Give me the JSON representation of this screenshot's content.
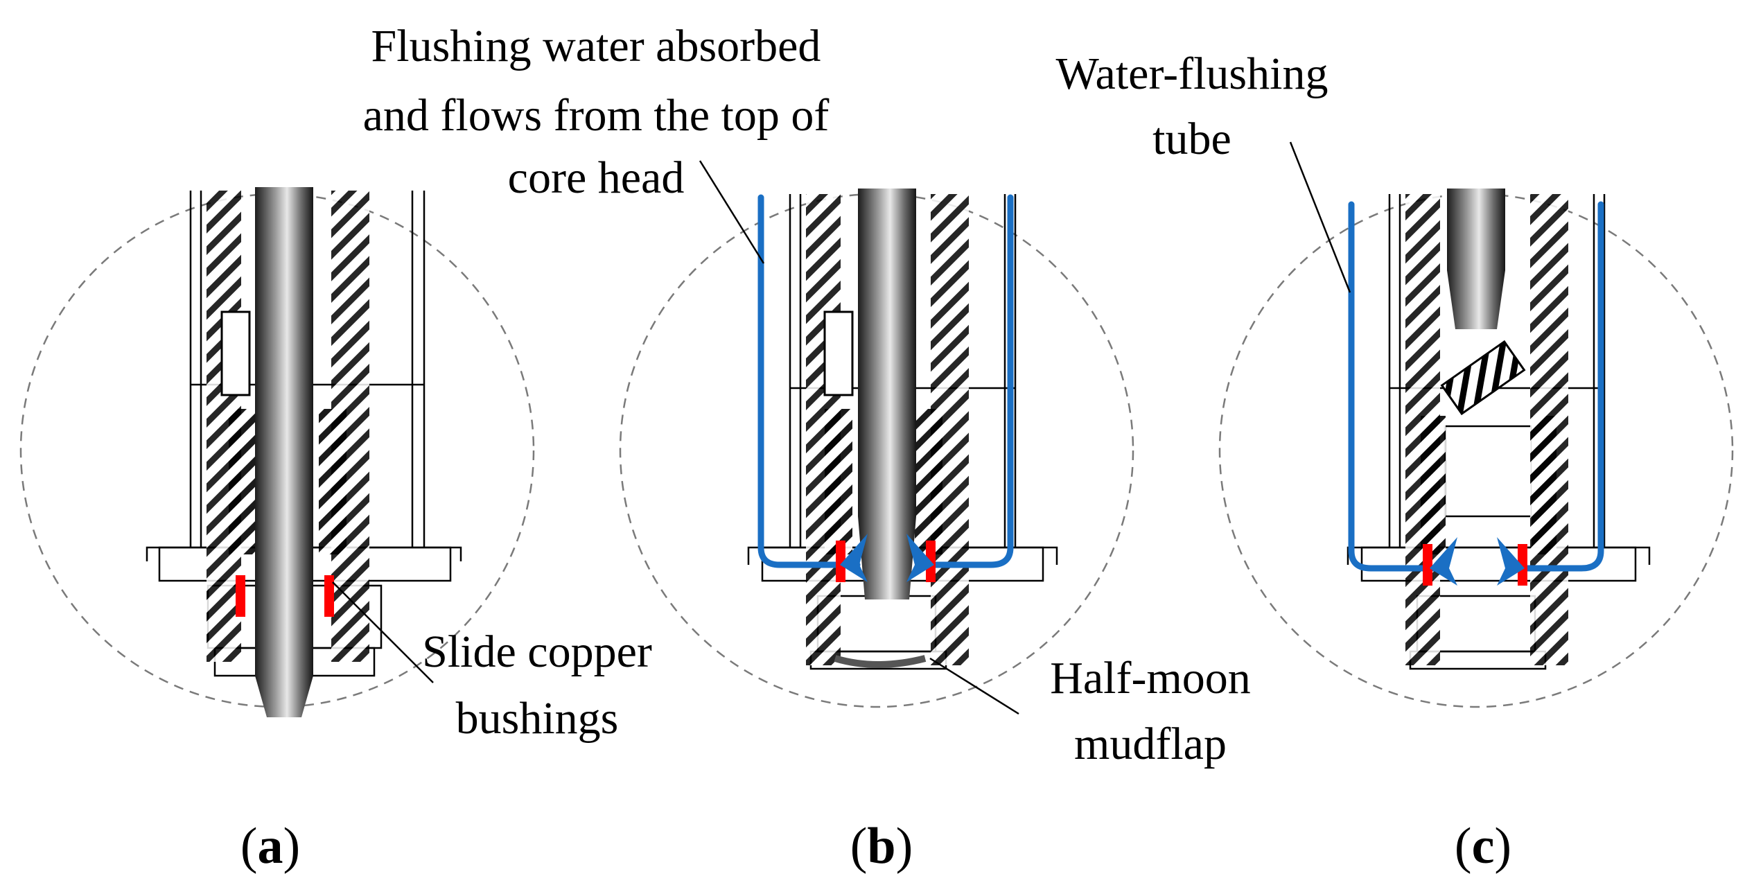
{
  "diagram": {
    "labels": {
      "flushing_water_line1": "Flushing water absorbed",
      "flushing_water_line2": "and flows from the top of",
      "flushing_water_line3": "core head",
      "water_tube_line1": "Water-flushing",
      "water_tube_line2": "tube",
      "copper_line1": "Slide copper",
      "copper_line2": "bushings",
      "mudflap_line1": "Half-moon",
      "mudflap_line2": "mudflap"
    },
    "panels": [
      {
        "id": "a",
        "letter": "a"
      },
      {
        "id": "b",
        "letter": "b"
      },
      {
        "id": "c",
        "letter": "c"
      }
    ],
    "colors": {
      "flow": "#1a6fc4",
      "bushing": "#ff0000",
      "outline": "#000000",
      "circle": "#7a7a7a"
    }
  }
}
